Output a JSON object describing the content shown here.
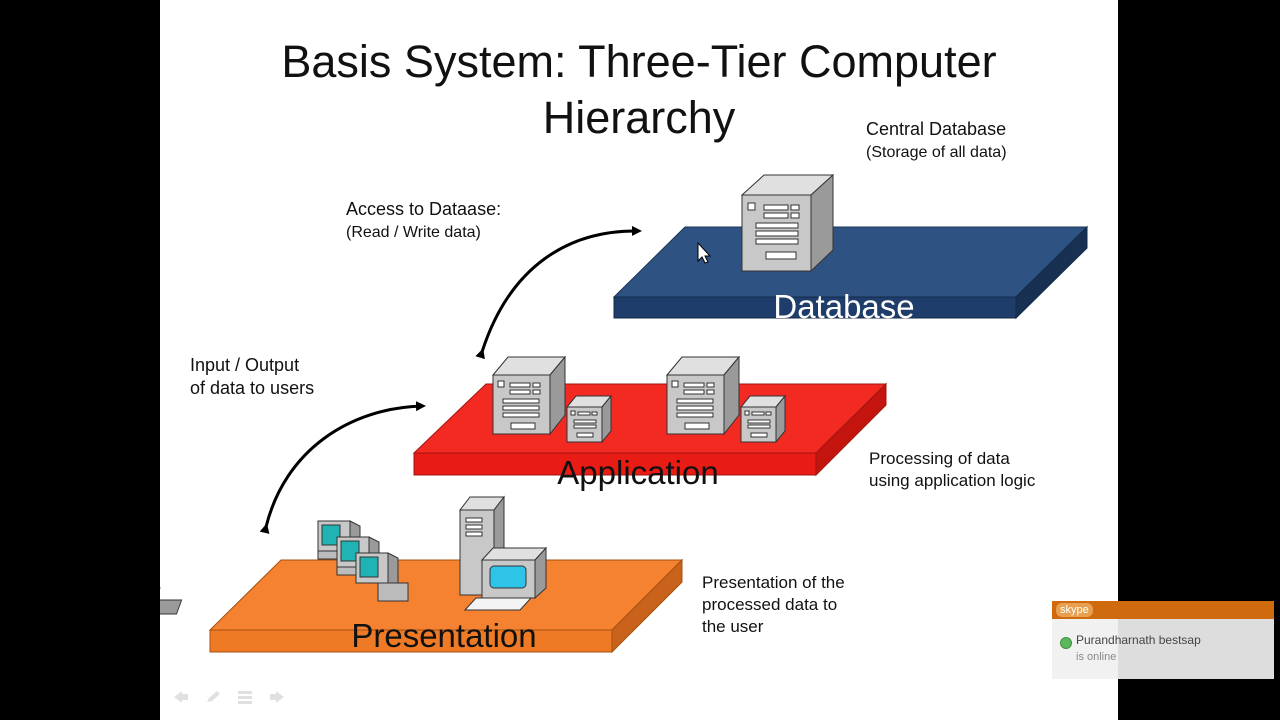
{
  "slide": {
    "title": {
      "line1": "Basis System: Three-Tier Computer",
      "line2": "Hierarchy"
    },
    "tiers": {
      "database": {
        "label": "Database",
        "color": "#2b4f7e"
      },
      "application": {
        "label": "Application",
        "color": "#ef2b24"
      },
      "presentation": {
        "label": "Presentation",
        "color": "#f58231"
      }
    },
    "annotations": {
      "central_db_line1": "Central Database",
      "central_db_line2": "(Storage of all data)",
      "access_line1": "Access to Dataase:",
      "access_line2": "(Read / Write data)",
      "io_line1": "Input / Output",
      "io_line2": "of data to users",
      "processing_line1": "Processing of data",
      "processing_line2": "using application logic",
      "presentation_line1": "Presentation of the",
      "presentation_line2": "processed data to",
      "presentation_line3": "the user"
    }
  },
  "nav_icons": [
    "back-icon",
    "pen-icon",
    "menu-icon",
    "forward-icon"
  ],
  "skype_notification": {
    "brand": "skype",
    "name": "Purandharnath bestsap",
    "status": "is online"
  }
}
